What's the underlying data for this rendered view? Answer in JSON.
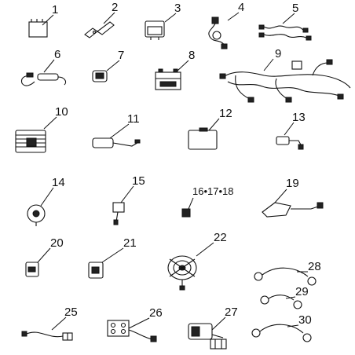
{
  "diagram": {
    "labels": {
      "p1": "1",
      "p2": "2",
      "p3": "3",
      "p4": "4",
      "p5": "5",
      "p6": "6",
      "p7": "7",
      "p8": "8",
      "p9": "9",
      "p10": "10",
      "p11": "11",
      "p12": "12",
      "p13": "13",
      "p14": "14",
      "p15": "15",
      "p16_17_18": "16•17•18",
      "p19": "19",
      "p20": "20",
      "p21": "21",
      "p22": "22",
      "p25": "25",
      "p26": "26",
      "p27": "27",
      "p28": "28",
      "p29": "29",
      "p30": "30"
    }
  }
}
